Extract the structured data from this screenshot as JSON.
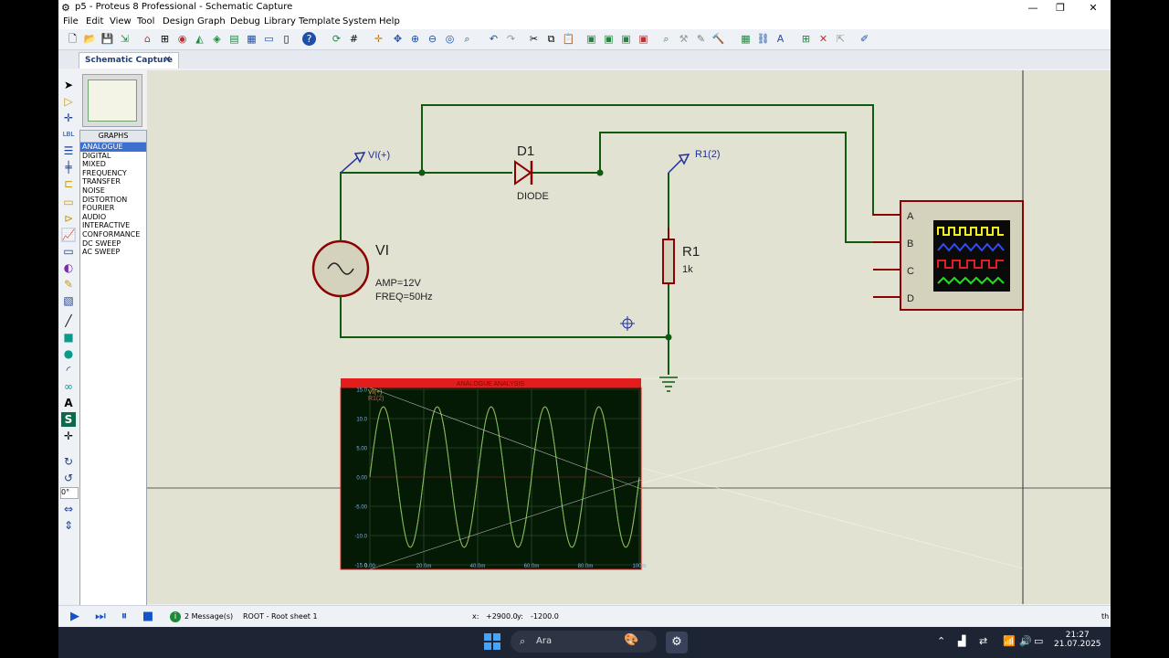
{
  "window": {
    "title": "p5 - Proteus 8 Professional - Schematic Capture"
  },
  "menu": [
    "File",
    "Edit",
    "View",
    "Tool",
    "Design",
    "Graph",
    "Debug",
    "Library",
    "Template",
    "System",
    "Help"
  ],
  "tab": {
    "label": "Schematic Capture"
  },
  "graphs_panel": {
    "header": "GRAPHS",
    "items": [
      "ANALOGUE",
      "DIGITAL",
      "MIXED",
      "FREQUENCY",
      "TRANSFER",
      "NOISE",
      "DISTORTION",
      "FOURIER",
      "AUDIO",
      "INTERACTIVE",
      "CONFORMANCE",
      "DC SWEEP",
      "AC SWEEP"
    ],
    "selected": "ANALOGUE"
  },
  "rotation": "0°",
  "schematic": {
    "source": {
      "name": "VI",
      "amp": "AMP=12V",
      "freq": "FREQ=50Hz"
    },
    "diode": {
      "ref": "D1",
      "value": "DIODE"
    },
    "resistor": {
      "ref": "R1",
      "value": "1k"
    },
    "probes": [
      "VI(+)",
      "R1(2)"
    ],
    "scope_channels": [
      "A",
      "B",
      "C",
      "D"
    ],
    "graph": {
      "title": "ANALOGUE ANALYSIS",
      "legend": [
        "VI(+)",
        "R1(2)"
      ],
      "y_ticks": [
        "15.0",
        "10.0",
        "5.00",
        "0.00",
        "-5.00",
        "-10.0",
        "-15.0"
      ],
      "x_ticks": [
        "0.00",
        "20.0m",
        "40.0m",
        "60.0m",
        "80.0m",
        "100m"
      ]
    }
  },
  "status": {
    "messages": "2 Message(s)",
    "sheet": "ROOT - Root sheet 1",
    "x_label": "x:",
    "x_value": "+2900.0",
    "y_label": "y:",
    "y_value": "-1200.0",
    "right_cut": "th"
  },
  "taskbar": {
    "search_placeholder": "Ara",
    "time": "21:27",
    "date": "21.07.2025"
  },
  "chart_data": {
    "type": "line",
    "title": "ANALOGUE ANALYSIS",
    "x_ticks": [
      "0.00",
      "20.0m",
      "40.0m",
      "60.0m",
      "80.0m",
      "100m"
    ],
    "y_ticks": [
      "15.0",
      "10.0",
      "5.00",
      "0.00",
      "-5.00",
      "-10.0",
      "-15.0"
    ],
    "xlim": [
      0,
      0.1
    ],
    "ylim": [
      -15,
      15
    ],
    "grid": true,
    "series": [
      {
        "name": "VI(+)",
        "amplitude": 12,
        "frequency_hz": 50,
        "color": "#c9a95c"
      },
      {
        "name": "R1(2)",
        "amplitude": 12,
        "frequency_hz": 50,
        "color": "#5cc95c"
      }
    ]
  },
  "colors": {
    "wire": "#0f5a0f",
    "component": "#8b0000",
    "probe": "#1f2fa0",
    "graph_bg": "#051a05",
    "graph_title_bar": "#e21d1d",
    "canvas": "#e2e2d3"
  }
}
